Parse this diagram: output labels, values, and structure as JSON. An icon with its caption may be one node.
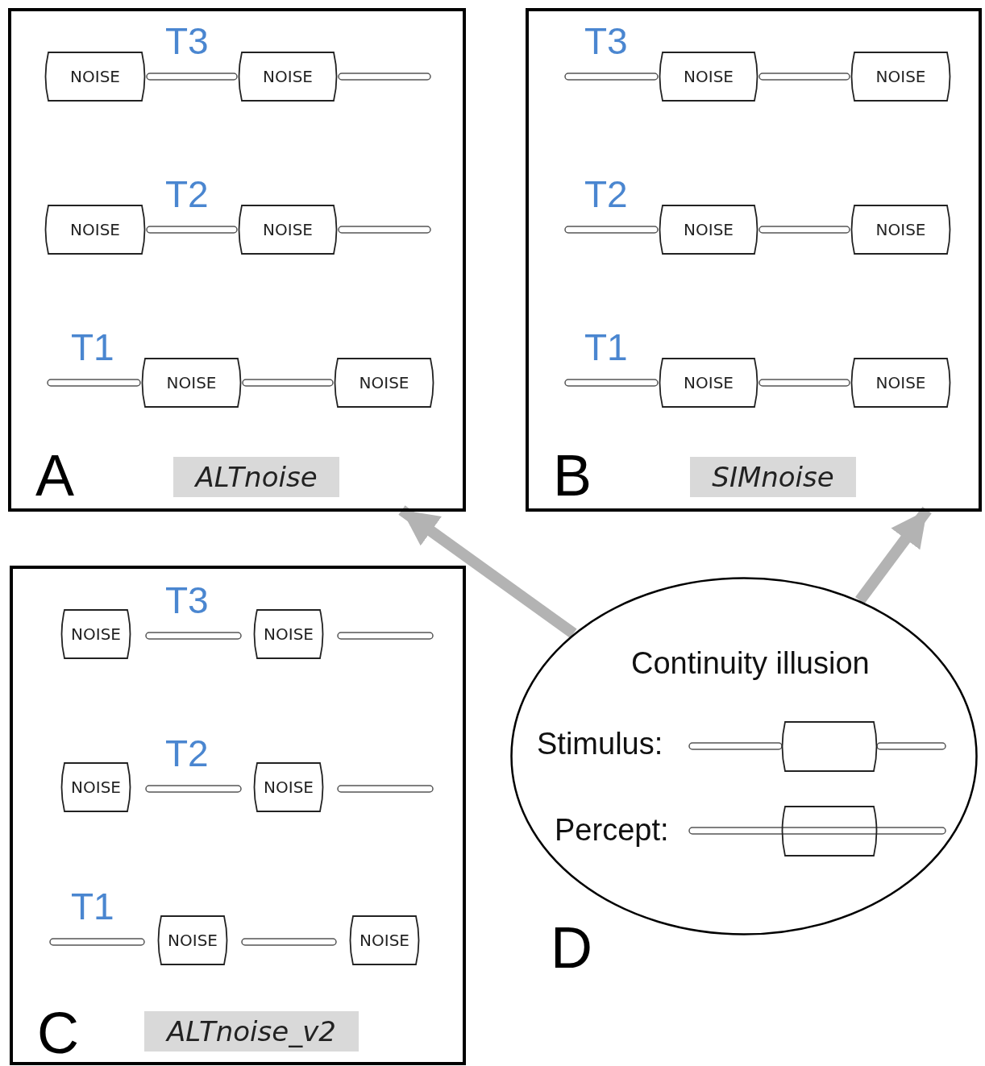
{
  "diagram": {
    "nodes": [
      {
        "text": [
          "A"
        ]
      },
      {
        "text": [
          "NOISE"
        ],
        "in": 0
      },
      {
        "text": [
          "NOISE"
        ],
        "in": 0
      },
      {
        "text": [
          "NOISE"
        ],
        "in": 0
      },
      {
        "text": [
          "NOISE"
        ],
        "in": 0
      },
      {
        "text": [
          "NOISE"
        ],
        "in": 0
      },
      {
        "text": [
          "NOISE"
        ],
        "in": 0
      },
      {
        "text": [
          "ALTnoise"
        ],
        "in": 0
      },
      {
        "text": [
          "B"
        ]
      },
      {
        "text": [
          "NOISE"
        ],
        "in": 8
      },
      {
        "text": [
          "NOISE"
        ],
        "in": 8
      },
      {
        "text": [
          "NOISE"
        ],
        "in": 8
      },
      {
        "text": [
          "NOISE"
        ],
        "in": 8
      },
      {
        "text": [
          "NOISE"
        ],
        "in": 8
      },
      {
        "text": [
          "NOISE"
        ],
        "in": 8
      },
      {
        "text": [
          "SIMnoise"
        ],
        "in": 8
      },
      {
        "text": [
          "C"
        ]
      },
      {
        "text": [
          "NOISE"
        ],
        "in": 16
      },
      {
        "text": [
          "NOISE"
        ],
        "in": 16
      },
      {
        "text": [
          "NOISE"
        ],
        "in": 16
      },
      {
        "text": [
          "NOISE"
        ],
        "in": 16
      },
      {
        "text": [
          "NOISE"
        ],
        "in": 16
      },
      {
        "text": [
          "NOISE"
        ],
        "in": 16
      },
      {
        "text": [
          "ALTnoise_v2"
        ],
        "in": 16
      },
      {
        "text": [
          "Continuity illusion",
          "Stimulus:",
          "Percept:"
        ],
        "beside": [
          "D"
        ]
      },
      {
        "text": [],
        "shape": "box",
        "in": 24
      },
      {
        "text": [],
        "shape": "box",
        "in": 24
      }
    ],
    "edges": [
      {
        "from": 24,
        "to": 0,
        "arrow": "to"
      },
      {
        "from": 24,
        "to": 8,
        "arrow": "to"
      }
    ],
    "labels": [
      "T3",
      "T3",
      "T2",
      "T2",
      "T1",
      "T1",
      "T3",
      "T2",
      "T1"
    ]
  }
}
